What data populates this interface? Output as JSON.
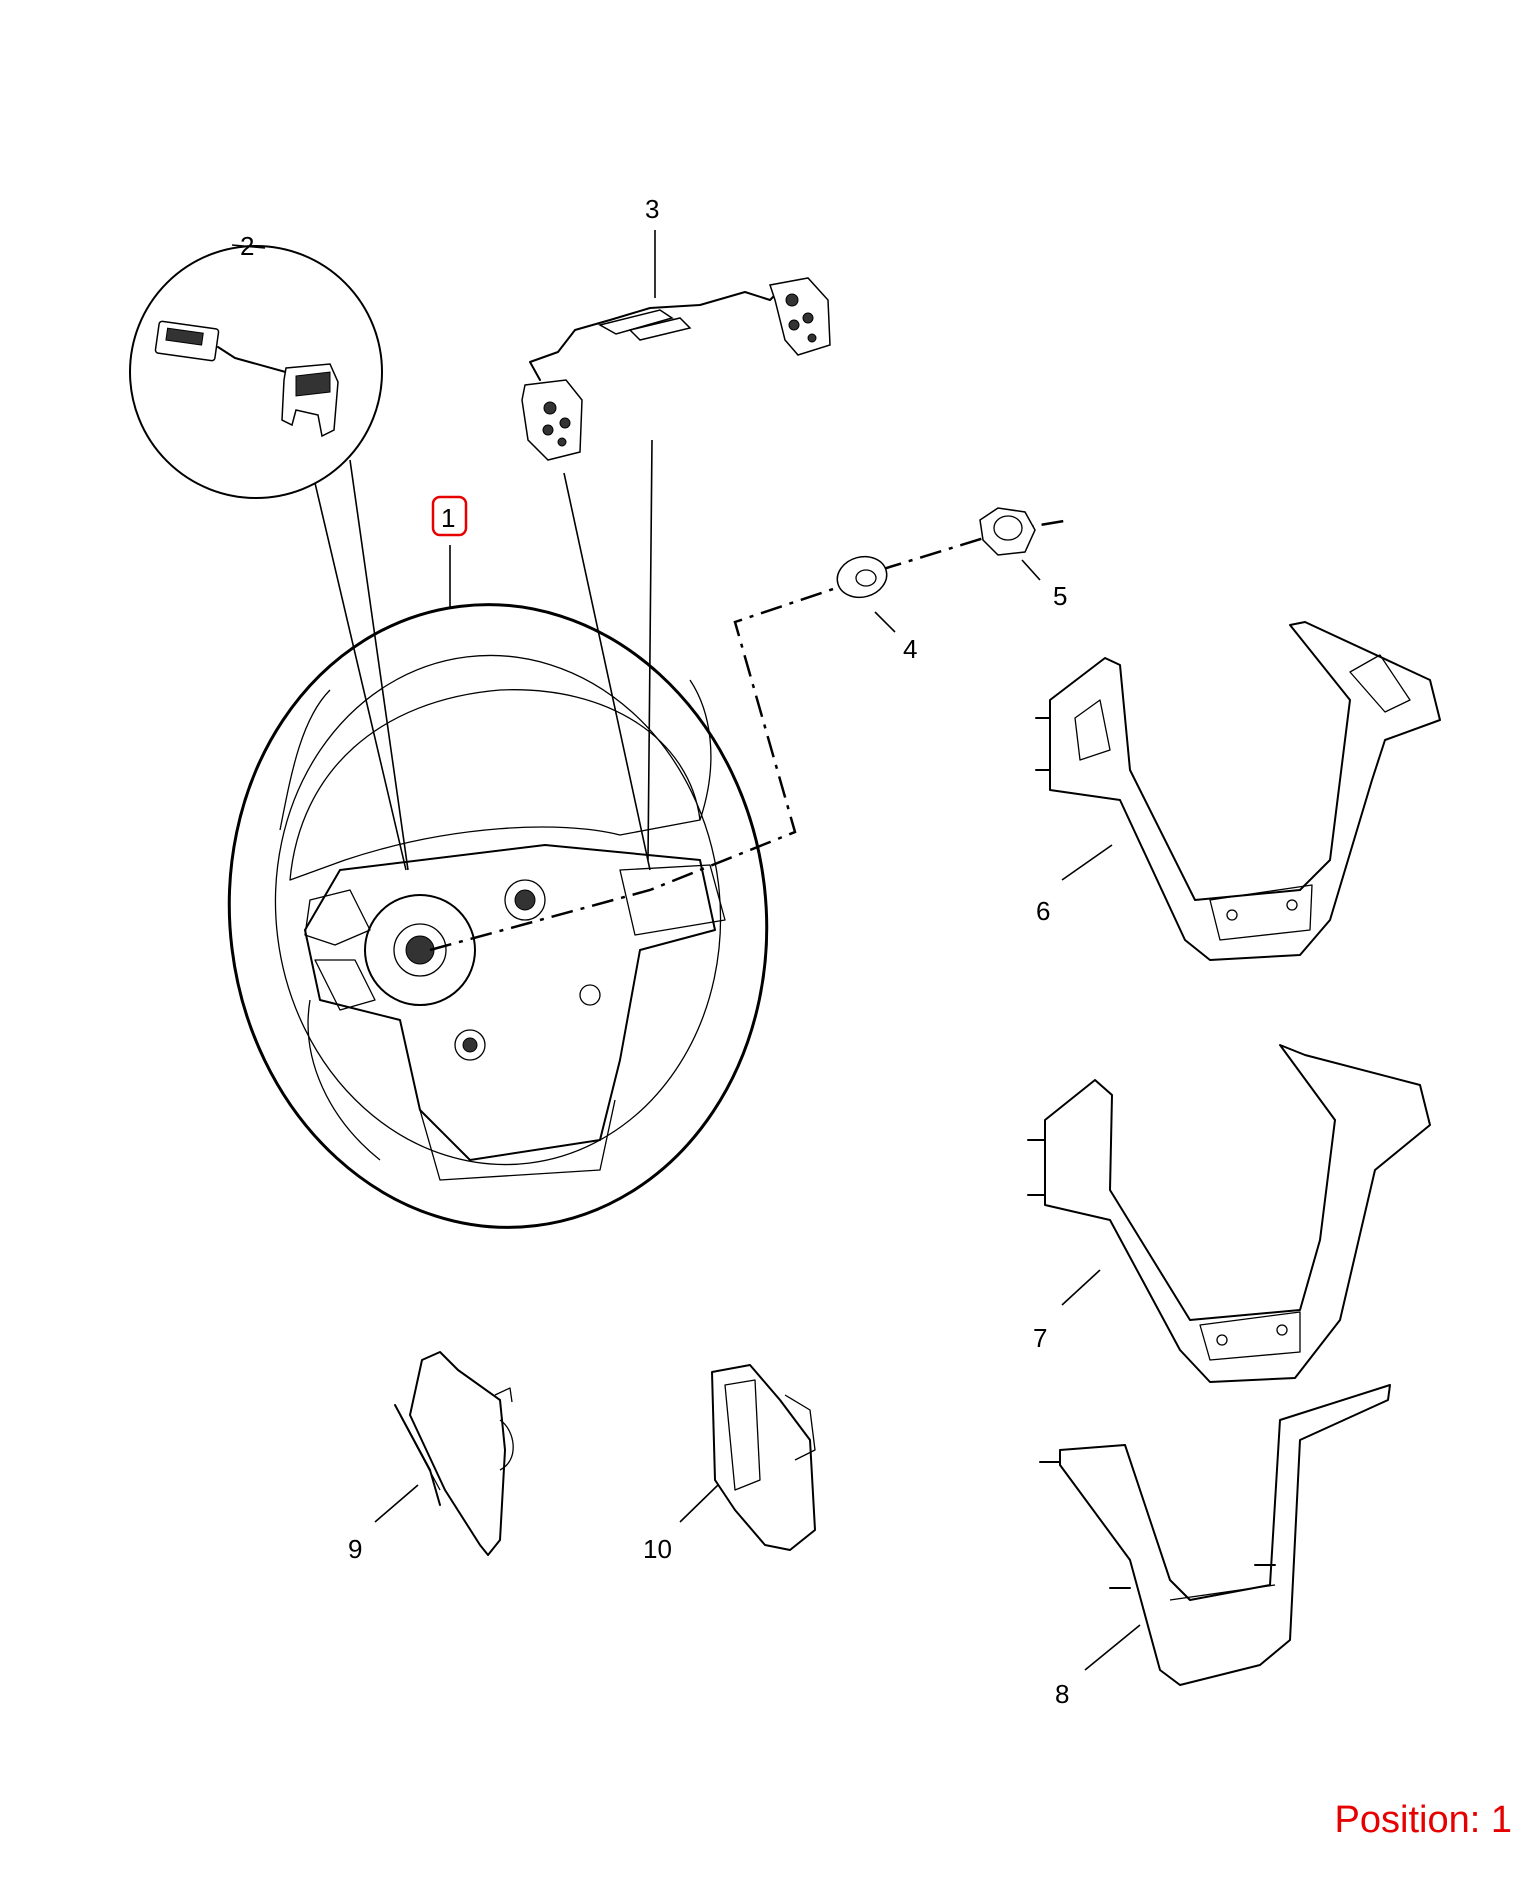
{
  "callouts": {
    "c1": "1",
    "c2": "2",
    "c3": "3",
    "c4": "4",
    "c5": "5",
    "c6": "6",
    "c7": "7",
    "c8": "8",
    "c9": "9",
    "c10": "10"
  },
  "selected_callout": "1",
  "highlight_color": "#e60000",
  "position_text": "Position: 1"
}
